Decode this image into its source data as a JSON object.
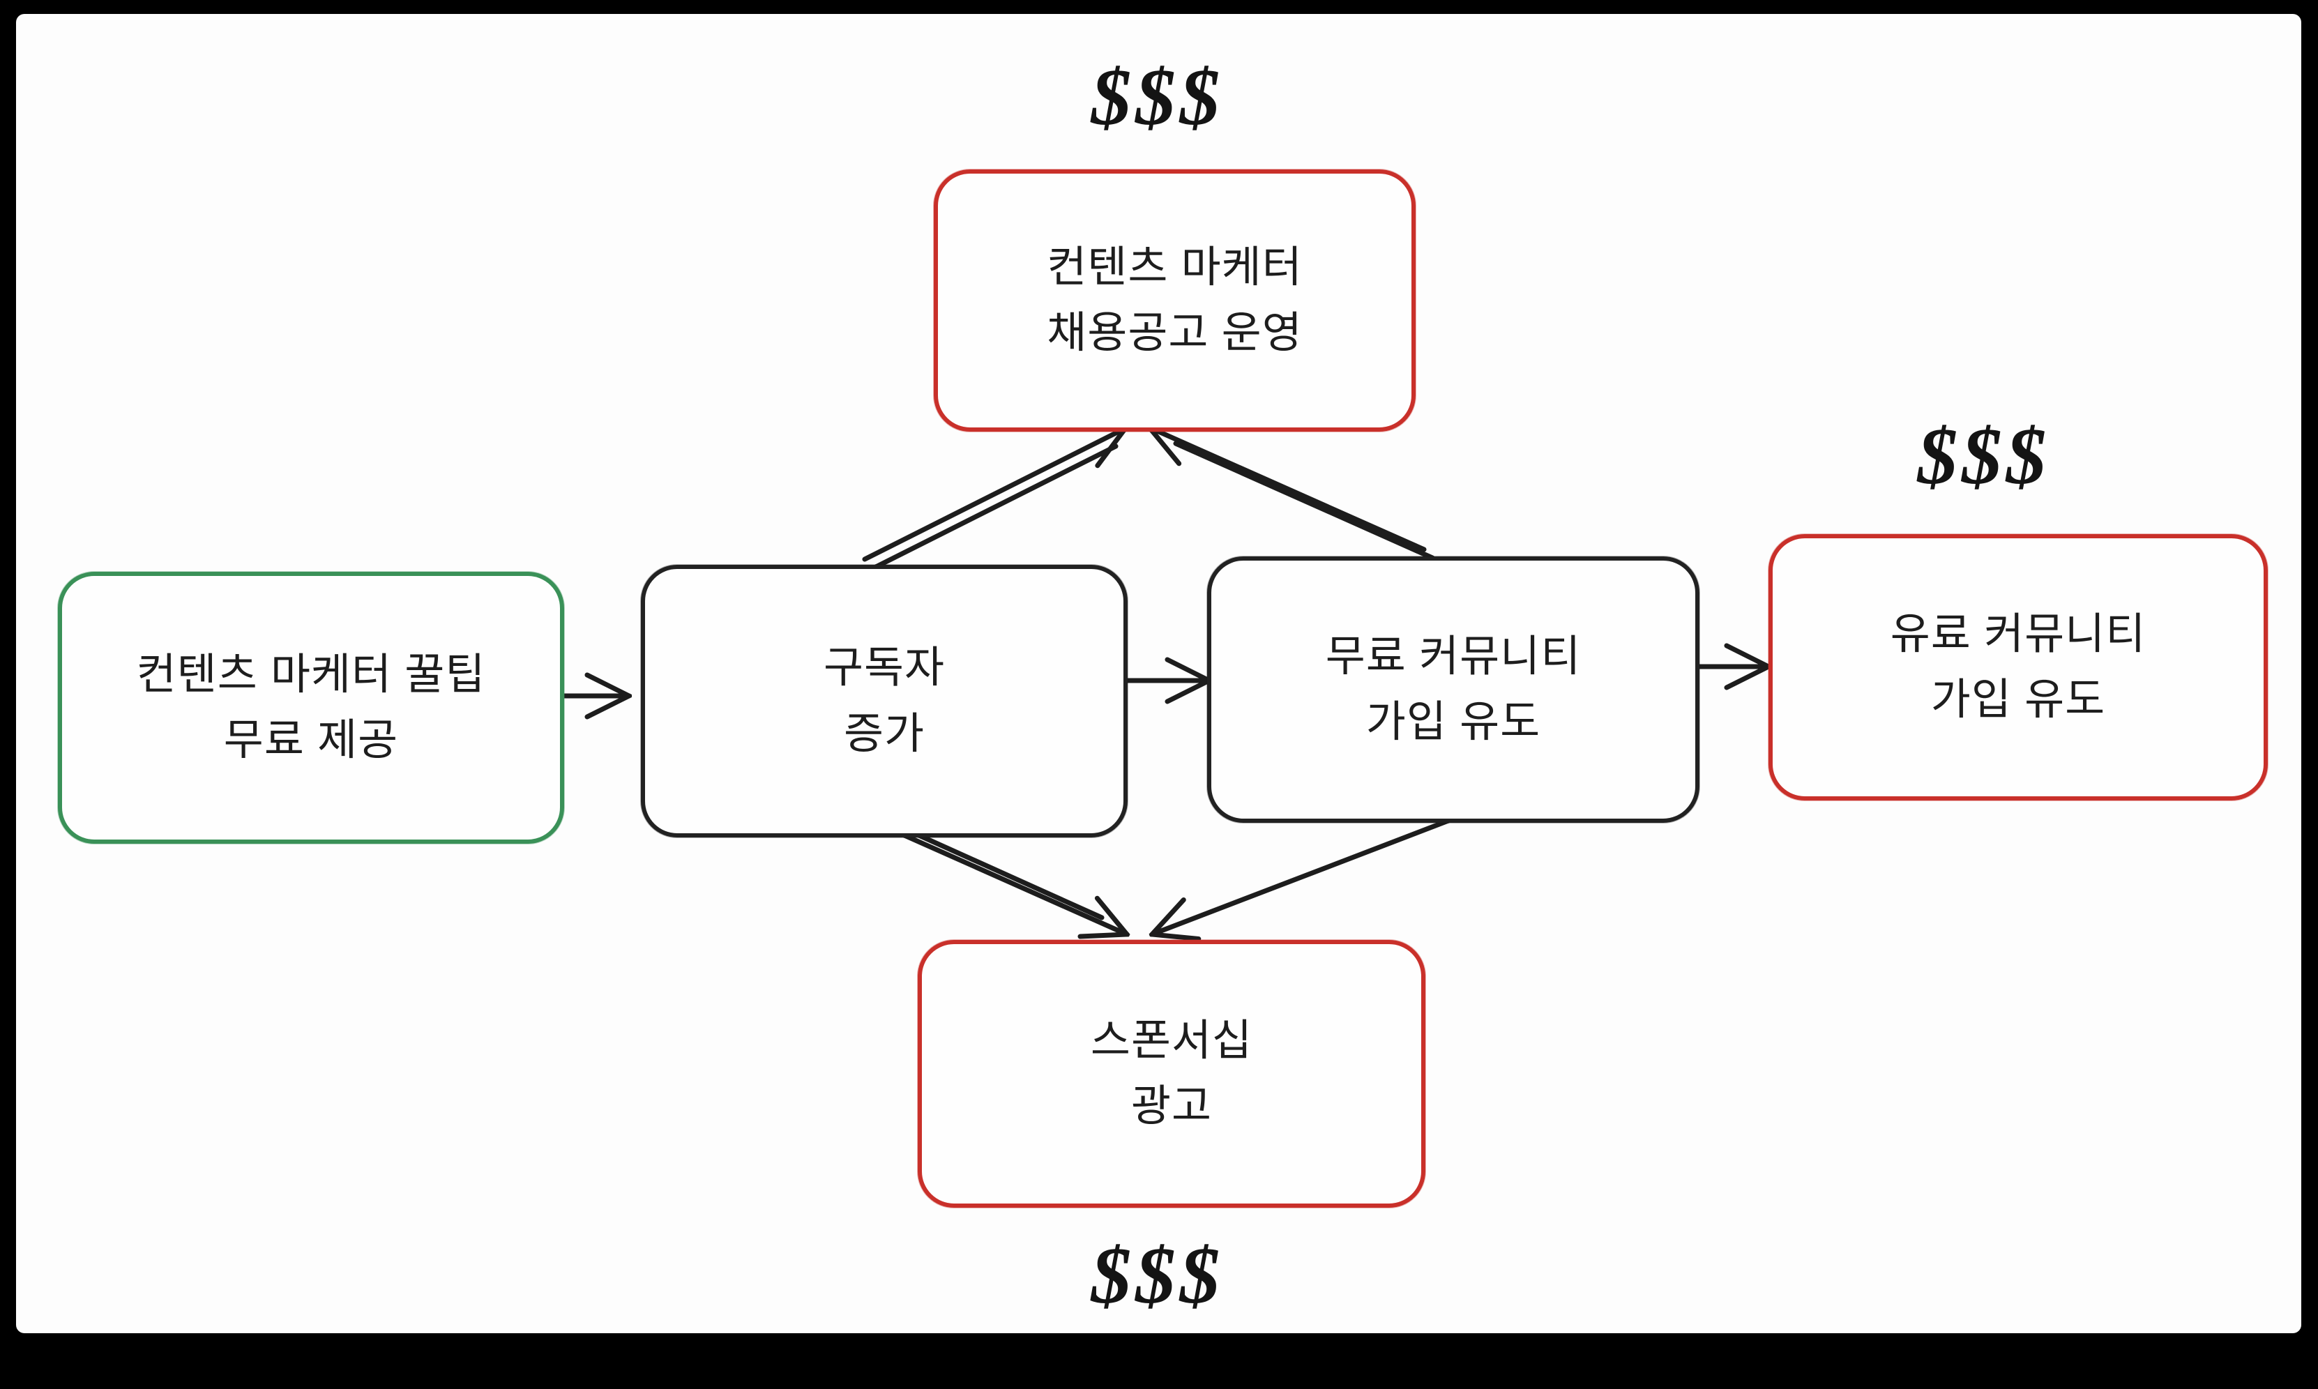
{
  "diagram": {
    "colors": {
      "frame": "#000000",
      "canvas": "#fdfdfd",
      "ink": "#1d1d1d",
      "accent_green": "#3a9158",
      "accent_red": "#c9302a"
    },
    "nodes": [
      {
        "id": "free-tips",
        "line1": "컨텐츠 마케터 꿀팁",
        "line2": "무료 제공",
        "color": "green"
      },
      {
        "id": "subscribers",
        "line1": "구독자",
        "line2": "증가",
        "color": "black"
      },
      {
        "id": "free-community",
        "line1": "무료 커뮤니티",
        "line2": "가입 유도",
        "color": "black"
      },
      {
        "id": "paid-community",
        "line1": "유료 커뮤니티",
        "line2": "가입 유도",
        "color": "red"
      },
      {
        "id": "job-postings",
        "line1": "컨텐츠 마케터",
        "line2": "채용공고 운영",
        "color": "red"
      },
      {
        "id": "sponsorship-ads",
        "line1": "스폰서십",
        "line2": "광고",
        "color": "red"
      }
    ],
    "money_labels": [
      {
        "id": "above-job-postings",
        "text": "$$$"
      },
      {
        "id": "above-paid-community",
        "text": "$$$"
      },
      {
        "id": "below-sponsorship",
        "text": "$$$"
      }
    ],
    "edges": [
      {
        "from": "free-tips",
        "to": "subscribers"
      },
      {
        "from": "subscribers",
        "to": "free-community"
      },
      {
        "from": "free-community",
        "to": "paid-community"
      },
      {
        "from": "subscribers",
        "to": "job-postings"
      },
      {
        "from": "free-community",
        "to": "job-postings"
      },
      {
        "from": "subscribers",
        "to": "sponsorship-ads"
      },
      {
        "from": "free-community",
        "to": "sponsorship-ads"
      }
    ]
  }
}
